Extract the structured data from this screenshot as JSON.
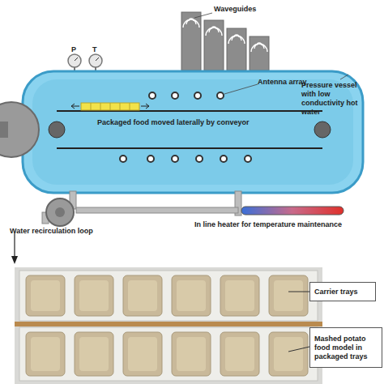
{
  "diagram": {
    "nodes": [
      {
        "text": [
          "Carrier trays"
        ]
      },
      {
        "text": [
          "Mashed potato food model in packaged trays"
        ]
      }
    ],
    "labels": [
      "Waveguides",
      "P",
      "T",
      "Antenna array",
      "Pressure vessel with low conductivity hot water",
      "Packaged food moved laterally by conveyor",
      "In line heater for temperature maintenance",
      "Water recirculation loop"
    ]
  }
}
